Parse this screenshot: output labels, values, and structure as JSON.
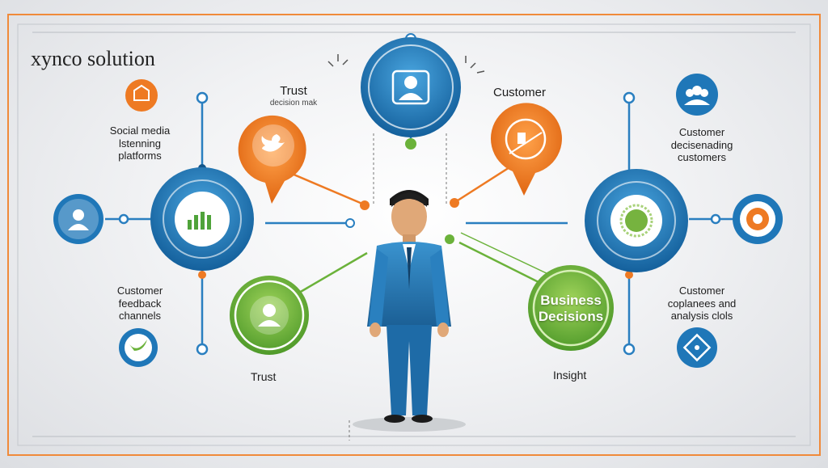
{
  "brand": "xynco solution",
  "labels": {
    "trust_top": "Trust",
    "trust_top_sub": "decision mak",
    "customer_top": "Customer",
    "social": [
      "Social media",
      "lstenning",
      "platforms"
    ],
    "feedback": [
      "Customer",
      "feedback",
      "channels"
    ],
    "trust_bottom": "Trust",
    "insight": "Insight",
    "business": [
      "Business",
      "Decisions"
    ],
    "cust_right_top": [
      "Customer",
      "decisenading",
      "customers"
    ],
    "cust_right_bottom": [
      "Customer",
      "coplanees and",
      "analysis clols"
    ]
  },
  "colors": {
    "blue": "#1f77b8",
    "blue_dark": "#13568a",
    "orange": "#ee7a23",
    "green": "#6bb23a",
    "frame_orange": "#f08a3a"
  }
}
